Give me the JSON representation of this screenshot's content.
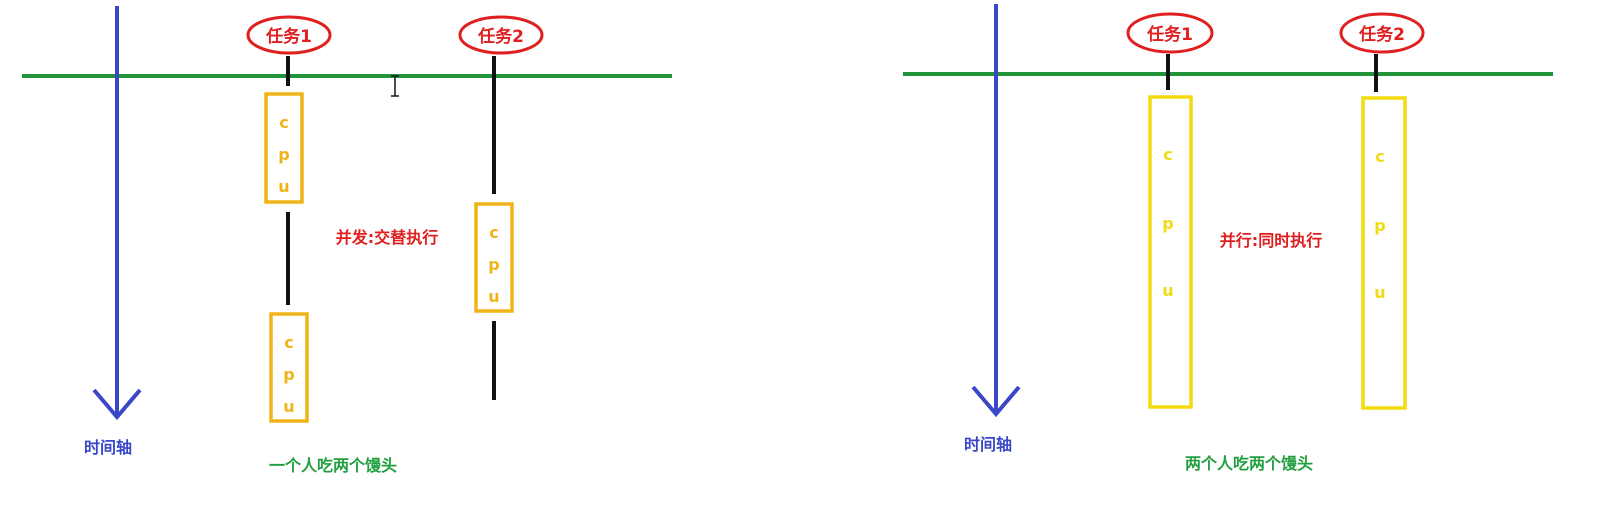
{
  "colors": {
    "timeline": "#3a48c8",
    "baseline": "#22953a",
    "task": "#e02020",
    "cpu_concurrent": "#f0b418",
    "cpu_parallel": "#f2dc10",
    "thread": "#111111",
    "caption": "#22a040"
  },
  "concurrent": {
    "task1": "任务1",
    "task2": "任务2",
    "cpu_letters": [
      "c",
      "p",
      "u"
    ],
    "label": "并发:交替执行",
    "axis_label": "时间轴",
    "caption": "一个人吃两个馒头"
  },
  "parallel": {
    "task1": "任务1",
    "task2": "任务2",
    "cpu_letters": [
      "c",
      "p",
      "u"
    ],
    "label": "并行:同时执行",
    "axis_label": "时间轴",
    "caption": "两个人吃两个馒头"
  }
}
